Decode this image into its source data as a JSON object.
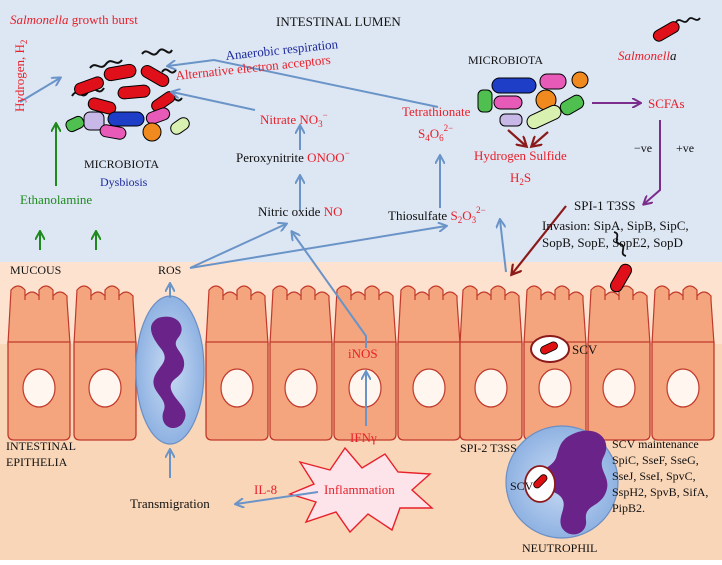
{
  "colors": {
    "lumen_bg": "#dde6f3",
    "mucous_bg": "#fde2cf",
    "epithelia_bg": "#fad6b8",
    "cell_fill": "#f5a57d",
    "cell_stroke": "#c0392b",
    "blue_arrow": "#6a94c8",
    "green_arrow": "#1e8a1e",
    "darkred_arrow": "#8b1a1a",
    "purple_arrow": "#7b2d8b",
    "red_text": "#e8202a",
    "blue_text": "#1c2a9c"
  },
  "labels": {
    "salmonella_burst_italic": "Salmonella",
    "salmonella_burst_rest": " growth burst",
    "intestinal_lumen": "INTESTINAL LUMEN",
    "hydrogen": "Hydrogen, H",
    "hydrogen_sub": "2",
    "anaerobic_respiration": "Anaerobic respiration",
    "alt_acceptors": "Alternative electron acceptors",
    "microbiota_left": "MICROBIOTA",
    "dysbiosis": "Dysbiosis",
    "nitrate": "Nitrate ",
    "nitrate_formula": "NO",
    "nitrate_sub": "3",
    "nitrate_sup": "−",
    "peroxynitrite": "Peroxynitrite ",
    "peroxynitrite_formula": "ONOO",
    "peroxynitrite_sup": "−",
    "nitric_oxide": "Nitric oxide ",
    "nitric_oxide_formula": "NO",
    "tetrathionate": "Tetrathionate",
    "tetra_S": "S",
    "tetra_S_sub": "4",
    "tetra_O": "O",
    "tetra_O_sub": "6",
    "tetra_sup": "2−",
    "thiosulfate": "Thiosulfate ",
    "thio_S": "S",
    "thio_S_sub": "2",
    "thio_O": "O",
    "thio_O_sub": "3",
    "thio_sup": "2−",
    "ethanolamine": "Ethanolamine",
    "mucous": "MUCOUS",
    "ros": "ROS",
    "microbiota_right": "MICROBIOTA",
    "hydrogen_sulfide": "Hydrogen Sulfide",
    "h2s_H": "H",
    "h2s_sub": "2",
    "h2s_S": "S",
    "salmonella_right_1": "Salmonell",
    "salmonella_right_2": "a",
    "scfas": "SCFAs",
    "minus_ve": "−ve",
    "plus_ve": "+ve",
    "spi1": "SPI-1 T3SS",
    "invasion_1": "Invasion: SipA, SipB, SipC,",
    "invasion_2": "SopB, SopE, SopE2, SopD",
    "inos": "iNOS",
    "scv_cell": "SCV",
    "intestinal_1": "INTESTINAL",
    "intestinal_2": "EPITHELIA",
    "ifn": "IFNγ",
    "spi2": "SPI-2 T3SS",
    "scv_maint": "SCV maintenance",
    "scv_list_1": "SpiC, SseF, SseG,",
    "scv_list_2": "SseJ, SseI, SpvC,",
    "scv_list_3": "SspH2, SpvB, SifA,",
    "scv_list_4": "PipB2.",
    "scv_neutrophil": "SCV",
    "il8": "IL-8",
    "inflammation": "Inflammation",
    "transmigration": "Transmigration",
    "neutrophil": "NEUTROPHIL"
  }
}
